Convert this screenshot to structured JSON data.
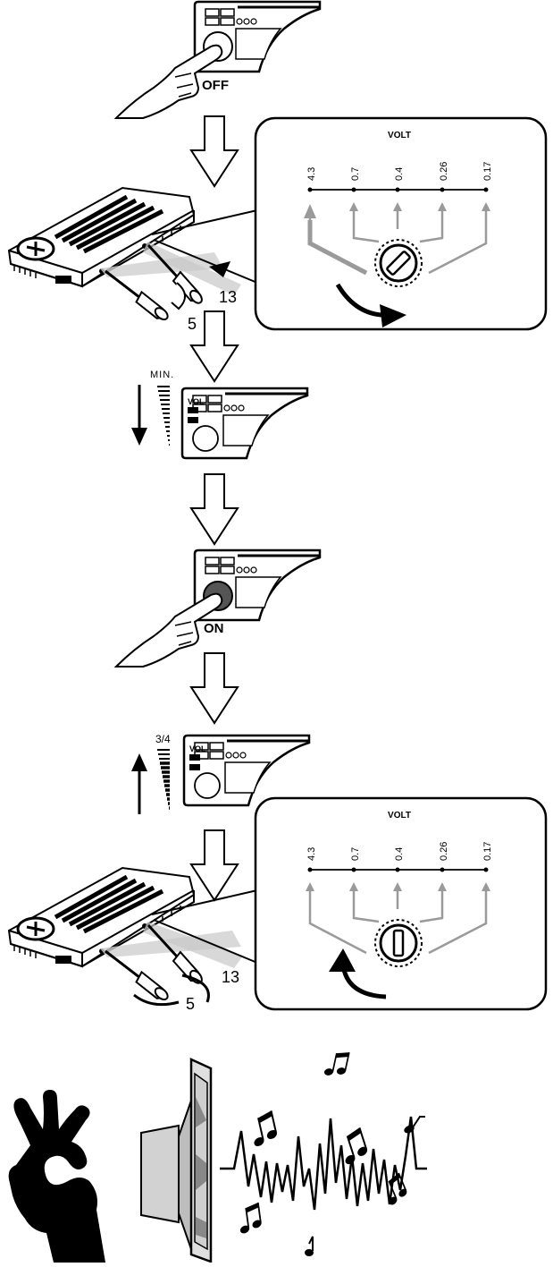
{
  "steps": {
    "power_off_label": "OFF",
    "power_on_label": "ON",
    "volume_min_label": "MIN.",
    "volume_three_quarter_label": "3/4",
    "remote_vol_label": "VOL"
  },
  "gain_panel": {
    "title": "VOLT",
    "scale": [
      "4.3",
      "0.7",
      "0.4",
      "0.26",
      "0.17"
    ]
  },
  "amp_controls": {
    "left_channel_label": "5",
    "right_channel_label": "13"
  },
  "colors": {
    "ink": "#000000",
    "paper": "#ffffff",
    "scale_gray": "#9a9a9a",
    "button_dark": "#555555"
  },
  "icons": [
    "hand-press-icon",
    "down-arrow-icon",
    "amplifier-icon",
    "gain-knob-icon",
    "screwdriver-icon",
    "rotate-arrow-icon",
    "volume-ramp-icon",
    "ok-hand-icon",
    "speaker-icon",
    "music-note-icon",
    "waveform-icon"
  ]
}
